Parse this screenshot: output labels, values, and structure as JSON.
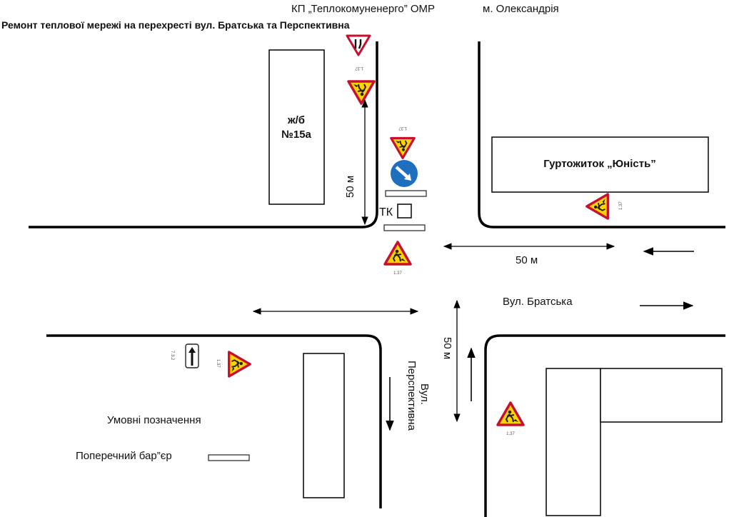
{
  "header": {
    "organization": "КП „Теплокомуненерго” ОМР",
    "city": "м. Олександрія",
    "title": "Ремонт теплової мережі на перехресті  вул. Братська та Перспективна"
  },
  "buildings": {
    "left_house": {
      "line1": "ж/б",
      "line2": "№15а"
    },
    "dormitory": "Гуртожиток „Юність”",
    "bottom_left": "",
    "bottom_right_a": "",
    "bottom_right_b": ""
  },
  "streets": {
    "bratska": "Вул. Братська",
    "perspektyvna_line1": "Вул.",
    "perspektyvna_line2": "Перспективна"
  },
  "dimensions": {
    "north_vertical": "50 м",
    "east_horizontal": "50 м",
    "south_vertical": "50 м"
  },
  "objects": {
    "heat_chamber": "ТК"
  },
  "signs": {
    "road_works_code": "1.37",
    "narrowing_code": "1.37",
    "lane_direction_code": "7.3.2",
    "colors": {
      "warning_border": "#c8102e",
      "warning_fill": "#ffd400",
      "mandatory_fill": "#1f6fbf"
    }
  },
  "legend": {
    "title": "Умовні позначення",
    "barrier_label": "Поперечний бар”єр"
  }
}
